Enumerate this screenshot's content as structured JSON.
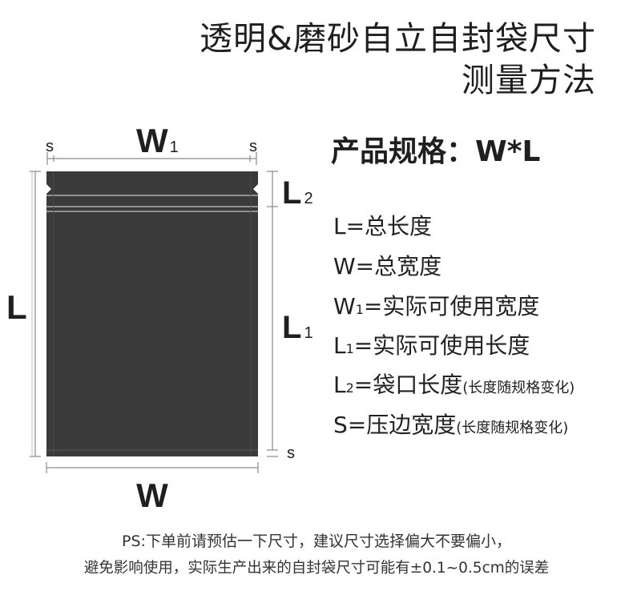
{
  "title": {
    "line1": "透明&磨砂自立自封袋尺寸",
    "line2": "测量方法"
  },
  "spec_label": "产品规格：W*L",
  "diagram": {
    "w1_main": "W",
    "w1_sub": "1",
    "s_top_left": "s",
    "s_top_right": "s",
    "s_bottom_right": "s",
    "l_main": "L",
    "l1_main": "L",
    "l1_sub": "1",
    "l2_main": "L",
    "l2_sub": "2",
    "w_main": "W",
    "colors": {
      "bag": "#3a3a3a",
      "line": "#8a8a8a",
      "text": "#1f1f1f"
    }
  },
  "definitions": {
    "d1": {
      "main": "L=总长度"
    },
    "d2": {
      "main": "W=总宽度"
    },
    "d3": {
      "pre": "W",
      "sub": "1",
      "post": "=实际可使用宽度"
    },
    "d4": {
      "pre": "L",
      "sub": "1",
      "post": "=实际可使用长度"
    },
    "d5": {
      "pre": "L",
      "sub": "2",
      "post": "=袋口长度",
      "note": "(长度随规格变化)"
    },
    "d6": {
      "main": "S=压边宽度",
      "note": "(长度随规格变化)"
    }
  },
  "notice": {
    "line1": "PS:下单前请预估一下尺寸，建议尺寸选择偏大不要偏小，",
    "line2": "避免影响使用，实际生产出来的自封袋尺寸可能有±0.1~0.5cm的误差"
  }
}
